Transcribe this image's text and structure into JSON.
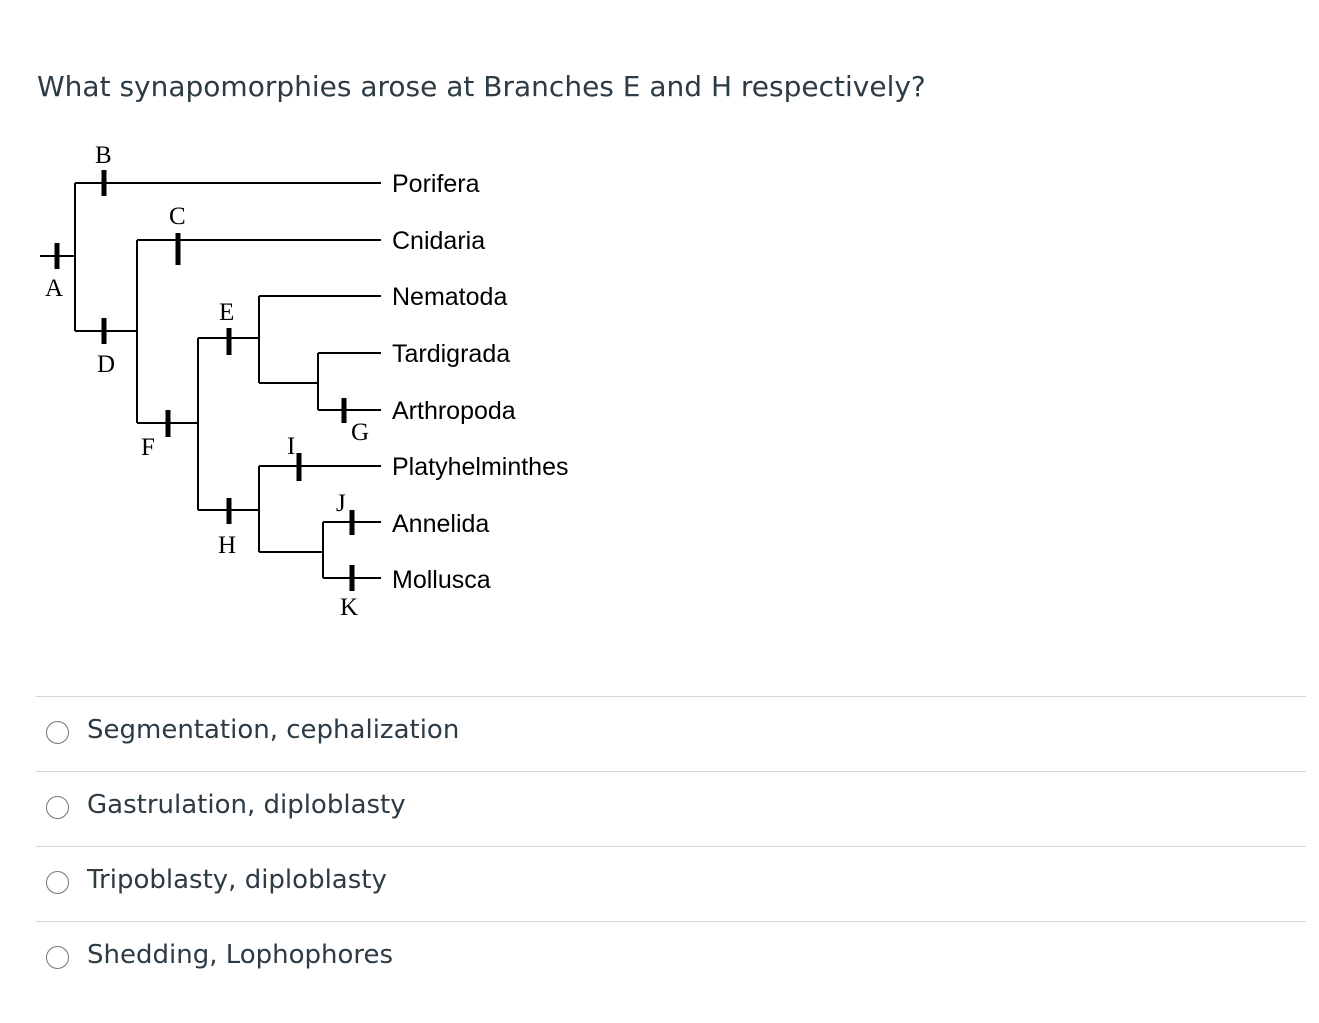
{
  "question": {
    "text": "What synapomorphies arose at Branches E and H respectively?"
  },
  "tree": {
    "taxa": [
      "Porifera",
      "Cnidaria",
      "Nematoda",
      "Tardigrada",
      "Arthropoda",
      "Platyhelminthes",
      "Annelida",
      "Mollusca"
    ],
    "branch_labels": [
      "A",
      "B",
      "C",
      "D",
      "E",
      "F",
      "G",
      "H",
      "I",
      "J",
      "K"
    ]
  },
  "answers": [
    {
      "label": "Segmentation, cephalization"
    },
    {
      "label": "Gastrulation, diploblasty"
    },
    {
      "label": "Tripoblasty, diploblasty"
    },
    {
      "label": "Shedding, Lophophores"
    }
  ]
}
